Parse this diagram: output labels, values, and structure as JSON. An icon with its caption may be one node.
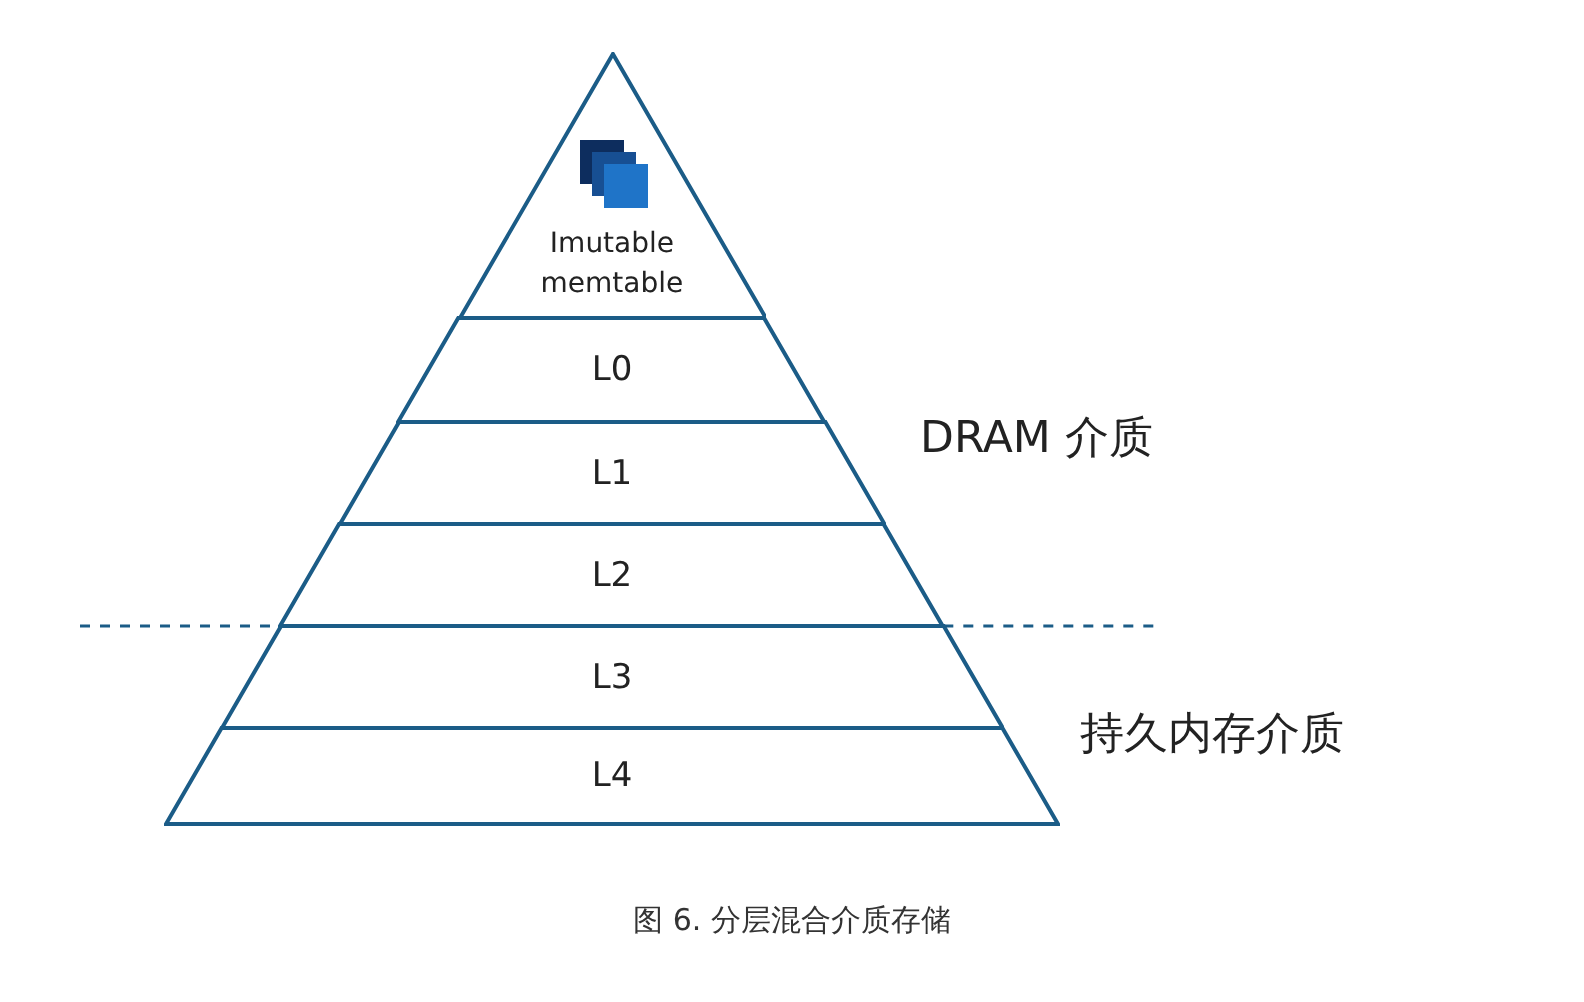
{
  "diagram": {
    "caption": "图 6. 分层混合介质存储",
    "nodes": [
      {
        "text": [
          "Imutable memtable"
        ]
      },
      {
        "text": [
          "L0"
        ]
      },
      {
        "text": [
          "L1"
        ]
      },
      {
        "text": [
          "L2"
        ]
      },
      {
        "text": [
          "L3"
        ]
      },
      {
        "text": [
          "L4"
        ]
      }
    ],
    "edges": [],
    "labels": [
      "DRAM 介质",
      "持久内存介质"
    ]
  }
}
